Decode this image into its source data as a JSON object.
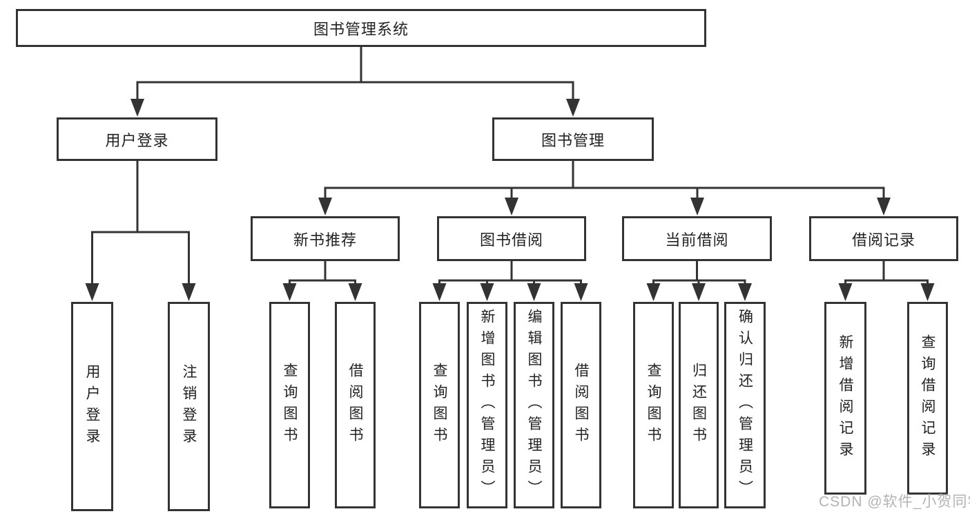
{
  "diagram": {
    "root": {
      "label": "图书管理系统"
    },
    "level2": [
      {
        "label": "用户登录"
      },
      {
        "label": "图书管理"
      }
    ],
    "level3": [
      {
        "label": "新书推荐"
      },
      {
        "label": "图书借阅"
      },
      {
        "label": "当前借阅"
      },
      {
        "label": "借阅记录"
      }
    ],
    "leaves": {
      "user_login": [
        {
          "label": "用户登录"
        },
        {
          "label": "注销登录"
        }
      ],
      "new_book_recommend": [
        {
          "label": "查询图书"
        },
        {
          "label": "借阅图书"
        }
      ],
      "book_borrow": [
        {
          "label": "查询图书"
        },
        {
          "label": "新增图书（管理员）"
        },
        {
          "label": "编辑图书（管理员）"
        },
        {
          "label": "借阅图书"
        }
      ],
      "current_borrow": [
        {
          "label": "查询图书"
        },
        {
          "label": "归还图书"
        },
        {
          "label": "确认归还（管理员）"
        }
      ],
      "borrow_records": [
        {
          "label": "新增借阅记录"
        },
        {
          "label": "查询借阅记录"
        }
      ]
    },
    "watermark": {
      "text": "CSDN @软件_小贺同学"
    },
    "colors": {
      "line": "#333333",
      "box_text": "#222222",
      "watermark_text": "#b3b3b3",
      "background": "#ffffff"
    }
  }
}
